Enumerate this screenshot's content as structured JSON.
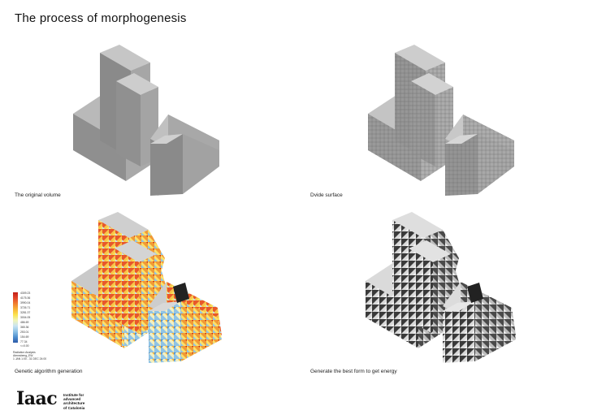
{
  "title": "The process of morphogenesis",
  "panels": [
    {
      "caption": "The original volume"
    },
    {
      "caption": "Dvide surface"
    },
    {
      "caption": "Genetic algorithm generation"
    },
    {
      "caption": "Generate the best form to get energy"
    }
  ],
  "legend": {
    "ticks": [
      "4309.23",
      "4175.36",
      "3990.04",
      "3726.71",
      "3281.37",
      "3004.05",
      "486.69",
      "365.36",
      "253.01",
      "154.69",
      "77.34",
      "<=0.00"
    ],
    "footer": [
      "Radiation Analysis",
      "Atemsbeng_EW",
      "1 JAN 1:00 - 31 DEC 24:00"
    ],
    "colors": [
      "#c21f18",
      "#e2452a",
      "#f07c2f",
      "#f8b238",
      "#fbe34c",
      "#f1f5b7",
      "#c9e4f2",
      "#8fc3e6",
      "#4f8fcf",
      "#2c5aa8"
    ]
  },
  "logo": {
    "mark": "Iaac",
    "lines": [
      "Institute for",
      "advanced",
      "architecture",
      "of Catalonia"
    ]
  }
}
